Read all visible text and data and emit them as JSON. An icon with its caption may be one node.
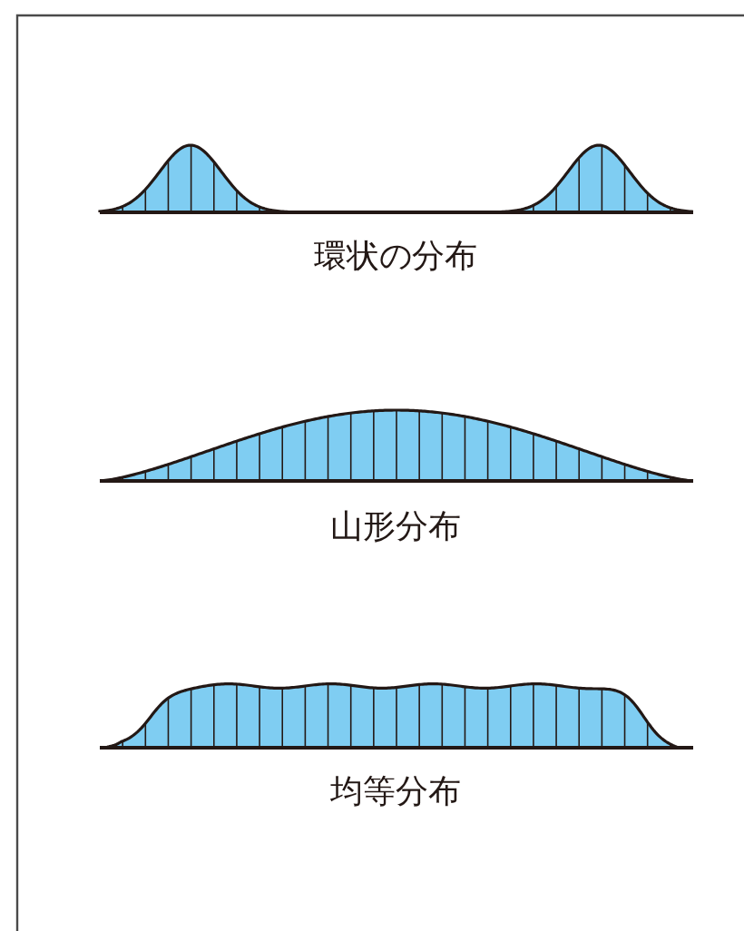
{
  "diagram": {
    "labels": [
      "環状の分布",
      "山形分布",
      "均等分布"
    ]
  }
}
